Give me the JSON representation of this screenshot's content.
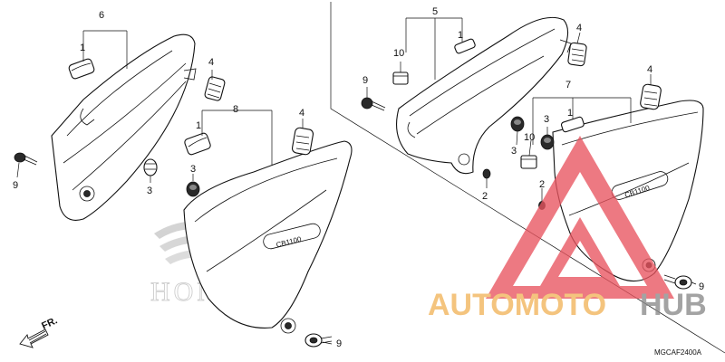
{
  "diagram": {
    "callouts": [
      {
        "id": "c6",
        "text": "6"
      },
      {
        "id": "c1a",
        "text": "1"
      },
      {
        "id": "c9a",
        "text": "9"
      },
      {
        "id": "c3a",
        "text": "3"
      },
      {
        "id": "c4a",
        "text": "4"
      },
      {
        "id": "c8",
        "text": "8"
      },
      {
        "id": "c1b",
        "text": "1"
      },
      {
        "id": "c3b",
        "text": "3"
      },
      {
        "id": "c4b",
        "text": "4"
      },
      {
        "id": "c9b",
        "text": "9"
      },
      {
        "id": "c5",
        "text": "5"
      },
      {
        "id": "c10a",
        "text": "10"
      },
      {
        "id": "c1c",
        "text": "1"
      },
      {
        "id": "c4c",
        "text": "4"
      },
      {
        "id": "c9c",
        "text": "9"
      },
      {
        "id": "c3c",
        "text": "3"
      },
      {
        "id": "c2a",
        "text": "2"
      },
      {
        "id": "c7",
        "text": "7"
      },
      {
        "id": "c4d",
        "text": "4"
      },
      {
        "id": "c3d",
        "text": "3"
      },
      {
        "id": "c1d",
        "text": "1"
      },
      {
        "id": "c10b",
        "text": "10"
      },
      {
        "id": "c2b",
        "text": "2"
      },
      {
        "id": "c9d",
        "text": "9"
      }
    ],
    "badge_text": "CB1100",
    "front_marker": "FR.",
    "diagram_code": "MGCAF2400A"
  },
  "watermarks": {
    "honda": "HONDA",
    "site_part1": "AUTOMOTO",
    "site_part2": "HUB",
    "colors": {
      "triangle": "#e8545f",
      "site_part1": "#f2b45a",
      "site_part2": "#8a8a8a"
    }
  }
}
